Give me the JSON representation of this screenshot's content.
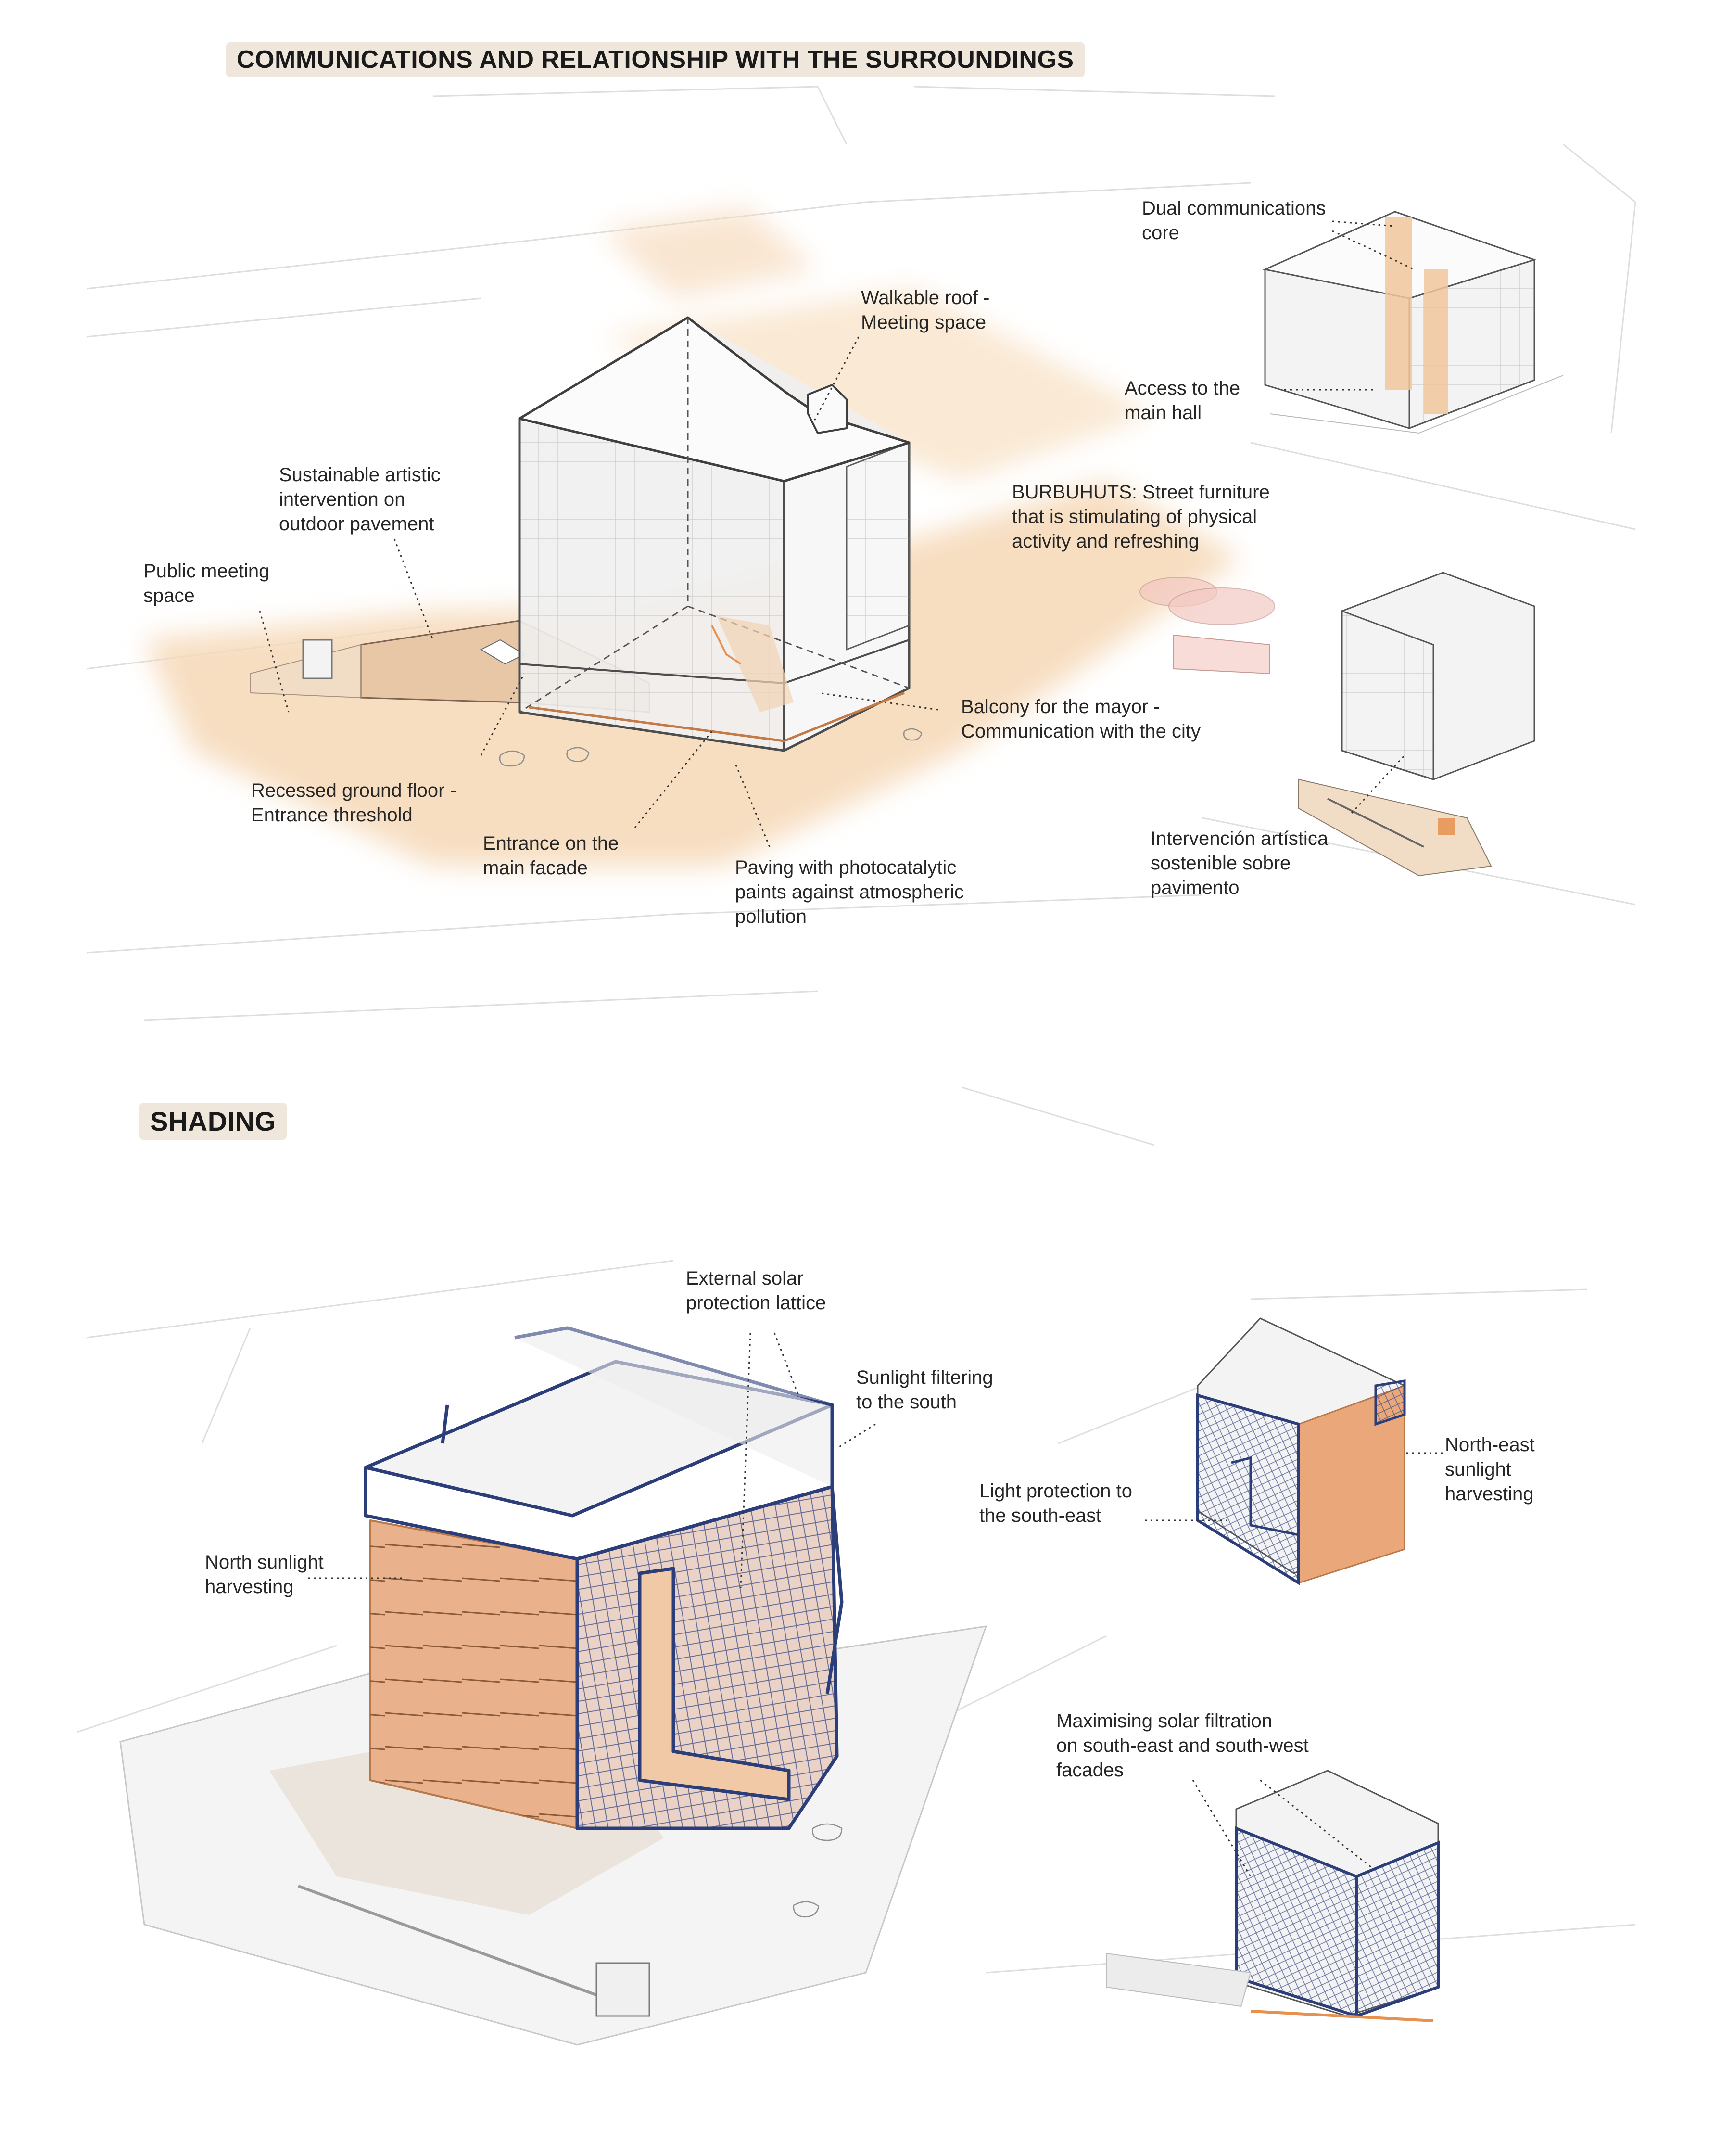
{
  "sections": {
    "communications": {
      "title": "COMMUNICATIONS AND RELATIONSHIP WITH THE SURROUNDINGS",
      "labels": [
        {
          "lines": [
            "Walkable roof -",
            "Meeting space"
          ]
        },
        {
          "lines": [
            "Sustainable artistic",
            "intervention on",
            "outdoor pavement"
          ]
        },
        {
          "lines": [
            "Public meeting",
            "space"
          ]
        },
        {
          "lines": [
            "Recessed ground floor -",
            "Entrance threshold"
          ]
        },
        {
          "lines": [
            "Entrance on the",
            "main facade"
          ]
        },
        {
          "lines": [
            "Paving with photocatalytic",
            "paints against atmospheric",
            "pollution"
          ]
        },
        {
          "lines": [
            "Balcony for the mayor -",
            "Communication with the city"
          ]
        },
        {
          "lines": [
            "Dual communications",
            "core"
          ]
        },
        {
          "lines": [
            "Access to the",
            "main hall"
          ]
        },
        {
          "lines": [
            "BURBUHUTS: Street furniture",
            "that is stimulating of physical",
            "activity and refreshing"
          ]
        },
        {
          "lines": [
            "Intervención artística",
            "sostenible sobre",
            "pavimento"
          ]
        }
      ]
    },
    "shading": {
      "title": "SHADING",
      "labels": [
        {
          "lines": [
            "External solar",
            "protection lattice"
          ]
        },
        {
          "lines": [
            "Sunlight filtering",
            "to the south"
          ]
        },
        {
          "lines": [
            "North sunlight",
            "harvesting"
          ]
        },
        {
          "lines": [
            "North-east",
            "sunlight",
            "harvesting"
          ]
        },
        {
          "lines": [
            "Light protection to",
            "the south-east"
          ]
        },
        {
          "lines": [
            "Maximising solar filtration",
            "on south-east and south-west",
            "facades"
          ]
        }
      ]
    }
  },
  "colors": {
    "accent_orange": "#e6914f",
    "wash_orange": "#f6d8b6",
    "facade_orange": "#e9a77a",
    "lattice_blue": "#2c3e7a",
    "sketch_gray": "#555555",
    "context_gray": "#d9d9d9",
    "pink_furniture": "#f2c8c2"
  }
}
